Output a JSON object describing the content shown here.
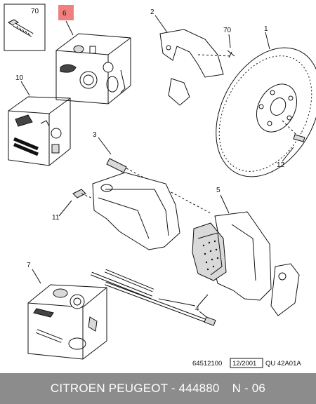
{
  "callouts": {
    "c70_box": "70",
    "c6": "6",
    "c2": "2",
    "c70": "70",
    "c1": "1",
    "c10": "10",
    "c3": "3",
    "c12": "12",
    "c5": "5",
    "c11": "11",
    "c7": "7",
    "c4": "4"
  },
  "highlight_color": "#f08080",
  "reference": {
    "number": "64512100",
    "date": "12/2001",
    "code": "QU 42A01A"
  },
  "footer": {
    "brand_part": "CITROEN PEUGEOT - 444880",
    "page": "N - 06"
  }
}
